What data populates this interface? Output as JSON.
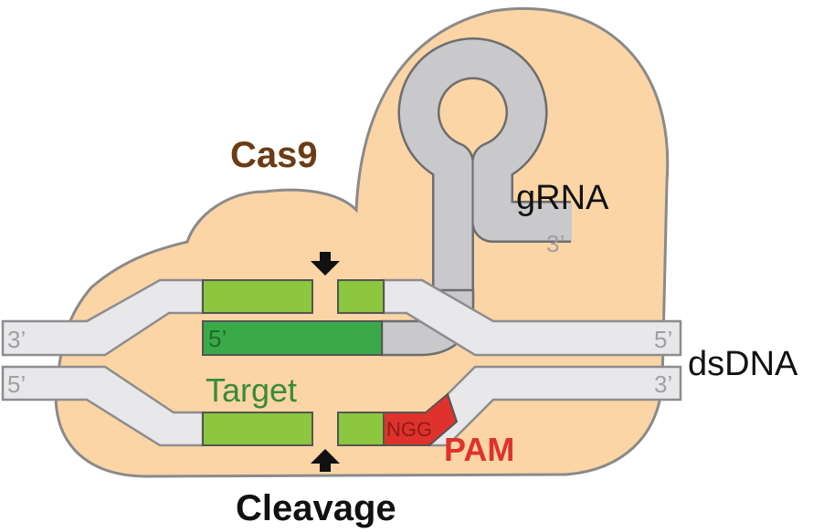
{
  "labels": {
    "protein": "Cas9",
    "guide": "gRNA",
    "duplex": "dsDNA",
    "target": "Target",
    "pam": "PAM",
    "pam_sequence": "NGG",
    "cleavage": "Cleavage"
  },
  "ends": {
    "grna_3": "3’",
    "top_strand_left": "3’",
    "top_strand_right": "5’",
    "bottom_strand_left": "5’",
    "bottom_strand_right": "3’",
    "grna_target_5": "5’"
  },
  "colors": {
    "cas9_fill": "#fbd5a5",
    "cas9_stroke": "#8a8a8a",
    "cas9_label": "#6b3c14",
    "grna_fill": "#c9c9cb",
    "grna_stroke": "#6d6d6f",
    "dna_fill": "#e8e8ea",
    "dna_stroke": "#8d8d8f",
    "target_light": "#8dc63f",
    "target_dark": "#3aaa49",
    "pam_red": "#e0322d",
    "target_label": "#3a8a3a",
    "end_label": "#a0a0a2",
    "arrow": "#111111"
  },
  "icons": {
    "cut_top": "arrow-down",
    "cut_bottom": "arrow-up"
  }
}
